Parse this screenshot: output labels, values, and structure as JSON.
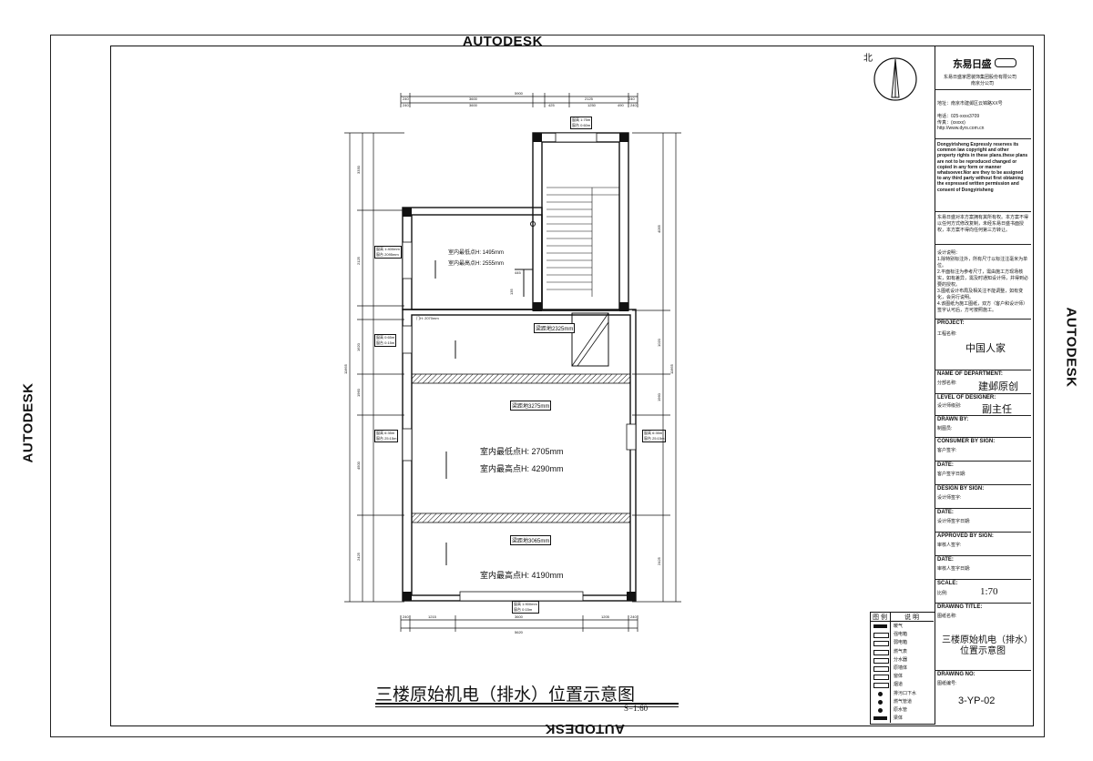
{
  "watermark": {
    "top": "AUTODESK",
    "bottom": "AUTODESK",
    "left": "AUTODESK",
    "right": "AUTODESK"
  },
  "north_label": "北",
  "plan": {
    "top_dims_row1": [
      "5900",
      "3600",
      "2125",
      "240",
      "240"
    ],
    "top_dims_row2": [
      "240",
      "3600",
      "425",
      "1250",
      "490",
      "240"
    ],
    "bottom_dims_row1": [
      "240",
      "1215",
      "3600",
      "1205",
      "240"
    ],
    "bottom_dims_row2": [
      "5620"
    ],
    "left_dims": [
      "3330",
      "2125",
      "1620",
      "1960",
      "4500",
      "2425",
      "11665"
    ],
    "right_dims": [
      "4055",
      "1020",
      "1960",
      "2425",
      "11665"
    ],
    "window_tags": [
      {
        "k1": "窗高",
        "v1": "1:75m",
        "k2": "窗台",
        "v2": "0:60m"
      },
      {
        "k1": "窗高",
        "v1": "1:400mm",
        "k2": "窗台",
        "v2": "2095mm"
      },
      {
        "k1": "窗高",
        "v1": "0:65m",
        "k2": "窗台",
        "v2": "0:15m"
      },
      {
        "k1": "窗高",
        "v1": "6:35m",
        "k2": "窗台",
        "v2": "25:15m"
      },
      {
        "k1": "窗高",
        "v1": "6:35m",
        "k2": "窗台",
        "v2": "25:15m"
      },
      {
        "k1": "窗高",
        "v1": "1:900mm",
        "k2": "窗台",
        "v2": "0:15m"
      }
    ],
    "room1_low": "室内最低点H: 1495mm",
    "room1_high": "室内最高点H: 2555mm",
    "door_label": "门H: 2070mm",
    "beam1": "梁距地2325mm",
    "beam2": "梁距地3275mm",
    "beam3": "梁距地3065mm",
    "room2_low": "室内最低点H: 2705mm",
    "room2_high": "室内最高点H: 4290mm",
    "room3_high": "室内最高点H: 4190mm",
    "dim_ah": "445",
    "dim_av": "135"
  },
  "drawing": {
    "title": "三楼原始机电（排水）位置示意图",
    "scale": "S=1:60"
  },
  "legend": {
    "col1": "图 例",
    "col2": "说 明",
    "items": [
      {
        "icon": "radiator",
        "label": "暖气"
      },
      {
        "icon": "strong-box",
        "label": "强电箱"
      },
      {
        "icon": "weak-box",
        "label": "弱电箱"
      },
      {
        "icon": "gas-meter",
        "label": "燃气表"
      },
      {
        "icon": "water-sep",
        "label": "分水器"
      },
      {
        "icon": "wall",
        "label": "原墙体"
      },
      {
        "icon": "window",
        "label": "窗体"
      },
      {
        "icon": "flue",
        "label": "烟道"
      },
      {
        "icon": "drain",
        "label": "排污口下水"
      },
      {
        "icon": "gas-pipe",
        "label": "燃气管道"
      },
      {
        "icon": "water-pipe",
        "label": "原水管"
      },
      {
        "icon": "beam",
        "label": "梁体"
      }
    ]
  },
  "title_block": {
    "logo_text": "东易日盛",
    "company": "东易日盛家居装饰集团股份有限公司",
    "branch": "南京分公司",
    "address": "地址：南京市建邺区云锦路XX号",
    "phone": "电话：025-xxxx3709",
    "fax": "传真：(xxxxx)",
    "web": "http://www.dyrs.com.cn",
    "copyright_en": "Dongyirisheng Expressly reserves its common law copyright and other property rights in these plans.these plans are not to be reproduced changed or copied in any form or manner whatsoever.Nor are they to be assigned to any third party without first obtaining the expressed written permission and consent of Dongyirisheng",
    "copyright_cn": "东易日盛对本方案拥有其所有权。本方案不得以任何方式修改复制，未经东易日盛书面授权，本方案不得向任何第三方转让。",
    "notes_title": "设计说明：",
    "notes": [
      "1.除特别标注外，所有尺寸以标注注毫米为单位。",
      "2.平面标注为参考尺寸，需由施工方现场核实，如有差异，需及时通知设计师，并得到必要的授权。",
      "3.图纸设计布局及相关注不能调整，如有变化，会另行说明。",
      "4.该图纸为施工图纸，双方（客户和设计师）签字认可后，方可按照施工。"
    ],
    "project_h": "PROJECT:",
    "project_s": "工程名称:",
    "project_v": "中国人家",
    "dept_h": "NAME OF DEPARTMENT:",
    "dept_s": "分部名称:",
    "dept_v": "建邺原创",
    "level_h": "LEVEL OF DESIGNER:",
    "level_s": "设计师级别:",
    "level_v": "副主任",
    "drawn_h": "DRAWN BY:",
    "drawn_s": "制图员:",
    "consumer_h": "CONSUMER BY SIGN:",
    "consumer_s": "客户签字:",
    "date1_h": "DATE:",
    "date1_s": "客户签字日期:",
    "design_h": "DESIGN BY SIGN:",
    "design_s": "设计师签字:",
    "date2_h": "DATE:",
    "date2_s": "设计师签字日期:",
    "approved_h": "APPROVED BY SIGN:",
    "approved_s": "审核人签字:",
    "date3_h": "DATE:",
    "date3_s": "审核人签字日期:",
    "scale_h": "SCALE:",
    "scale_s": "比例:",
    "scale_v": "1:70",
    "dtitle_h": "DRAWING TITLE:",
    "dtitle_s": "图纸名称:",
    "dtitle_v1": "三楼原始机电（排水）",
    "dtitle_v2": "位置示意图",
    "dno_h": "DRAWING NO:",
    "dno_s": "图纸编号:",
    "dno_v": "3-YP-02"
  }
}
